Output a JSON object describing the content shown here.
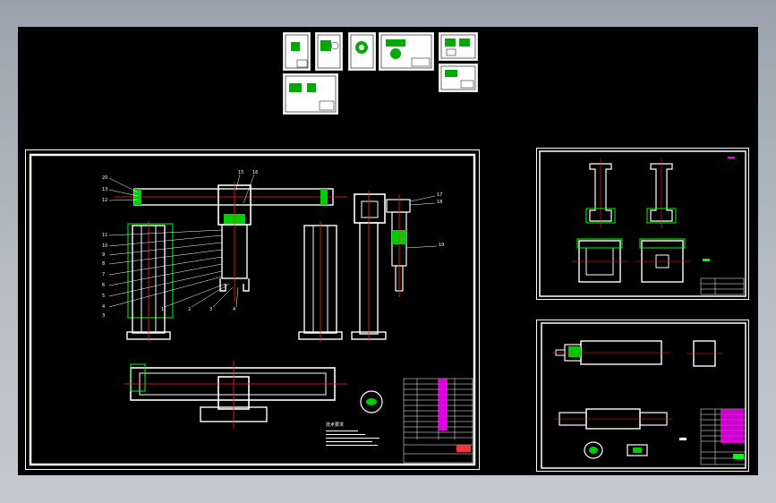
{
  "drawing": {
    "balloon_labels_top": [
      "15",
      "16",
      "17",
      "18",
      "19",
      "20"
    ],
    "balloon_labels_left": [
      "13",
      "12",
      "11",
      "10",
      "9",
      "8",
      "7",
      "6",
      "5",
      "4",
      "3"
    ],
    "balloon_labels_bottom": [
      "1",
      "2",
      "3",
      "4"
    ],
    "tech_req_heading": "技术要求",
    "colors": {
      "background": "#000000",
      "line": "#ffffff",
      "centerline": "#ff2020",
      "highlight": "#00ff00",
      "hatch": "#ff00ff"
    }
  }
}
